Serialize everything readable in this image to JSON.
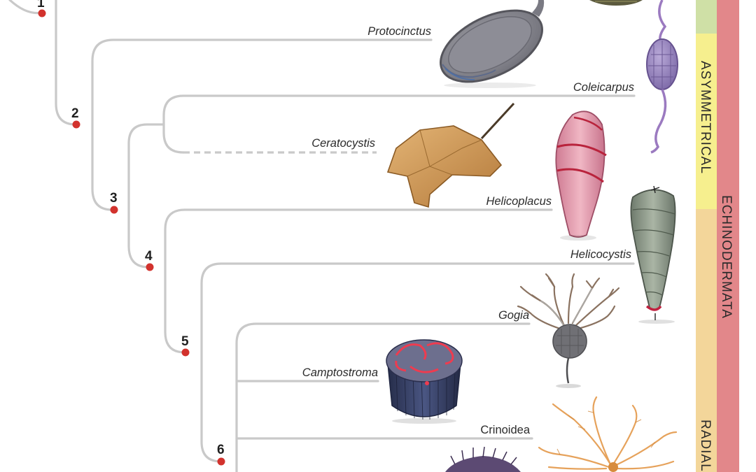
{
  "nodes": [
    {
      "id": "node-1",
      "label": "1"
    },
    {
      "id": "node-2",
      "label": "2"
    },
    {
      "id": "node-3",
      "label": "3"
    },
    {
      "id": "node-4",
      "label": "4"
    },
    {
      "id": "node-5",
      "label": "5"
    },
    {
      "id": "node-6",
      "label": "6"
    }
  ],
  "taxa": {
    "protocinctus": "Protocinctus",
    "coleicarpus": "Coleicarpus",
    "ceratocystis": "Ceratocystis",
    "helicoplacus": "Helicoplacus",
    "helicocystis": "Helicocystis",
    "gogia": "Gogia",
    "camptostroma": "Camptostroma",
    "crinoidea": "Crinoidea"
  },
  "bands": {
    "asymmetrical": "ASYMMETRICAL",
    "echinodermata": "ECHINODERMATA",
    "radial": "RADIAL"
  },
  "colors": {
    "branch": "#c9c9c9",
    "node_dot": "#d2322d",
    "band_green": "#cfe0a6",
    "band_yellow": "#f6ef8e",
    "band_peach": "#f3d69a",
    "band_pink": "#e2878a"
  },
  "icons": [
    "top-fossil-icon",
    "protocinctus-fossil-icon",
    "coleicarpus-fossil-icon",
    "ceratocystis-fossil-icon",
    "helicoplacus-fossil-icon",
    "helicocystis-fossil-icon",
    "gogia-fossil-icon",
    "camptostroma-fossil-icon",
    "crinoidea-fossil-icon",
    "sea-urchin-fossil-icon"
  ]
}
